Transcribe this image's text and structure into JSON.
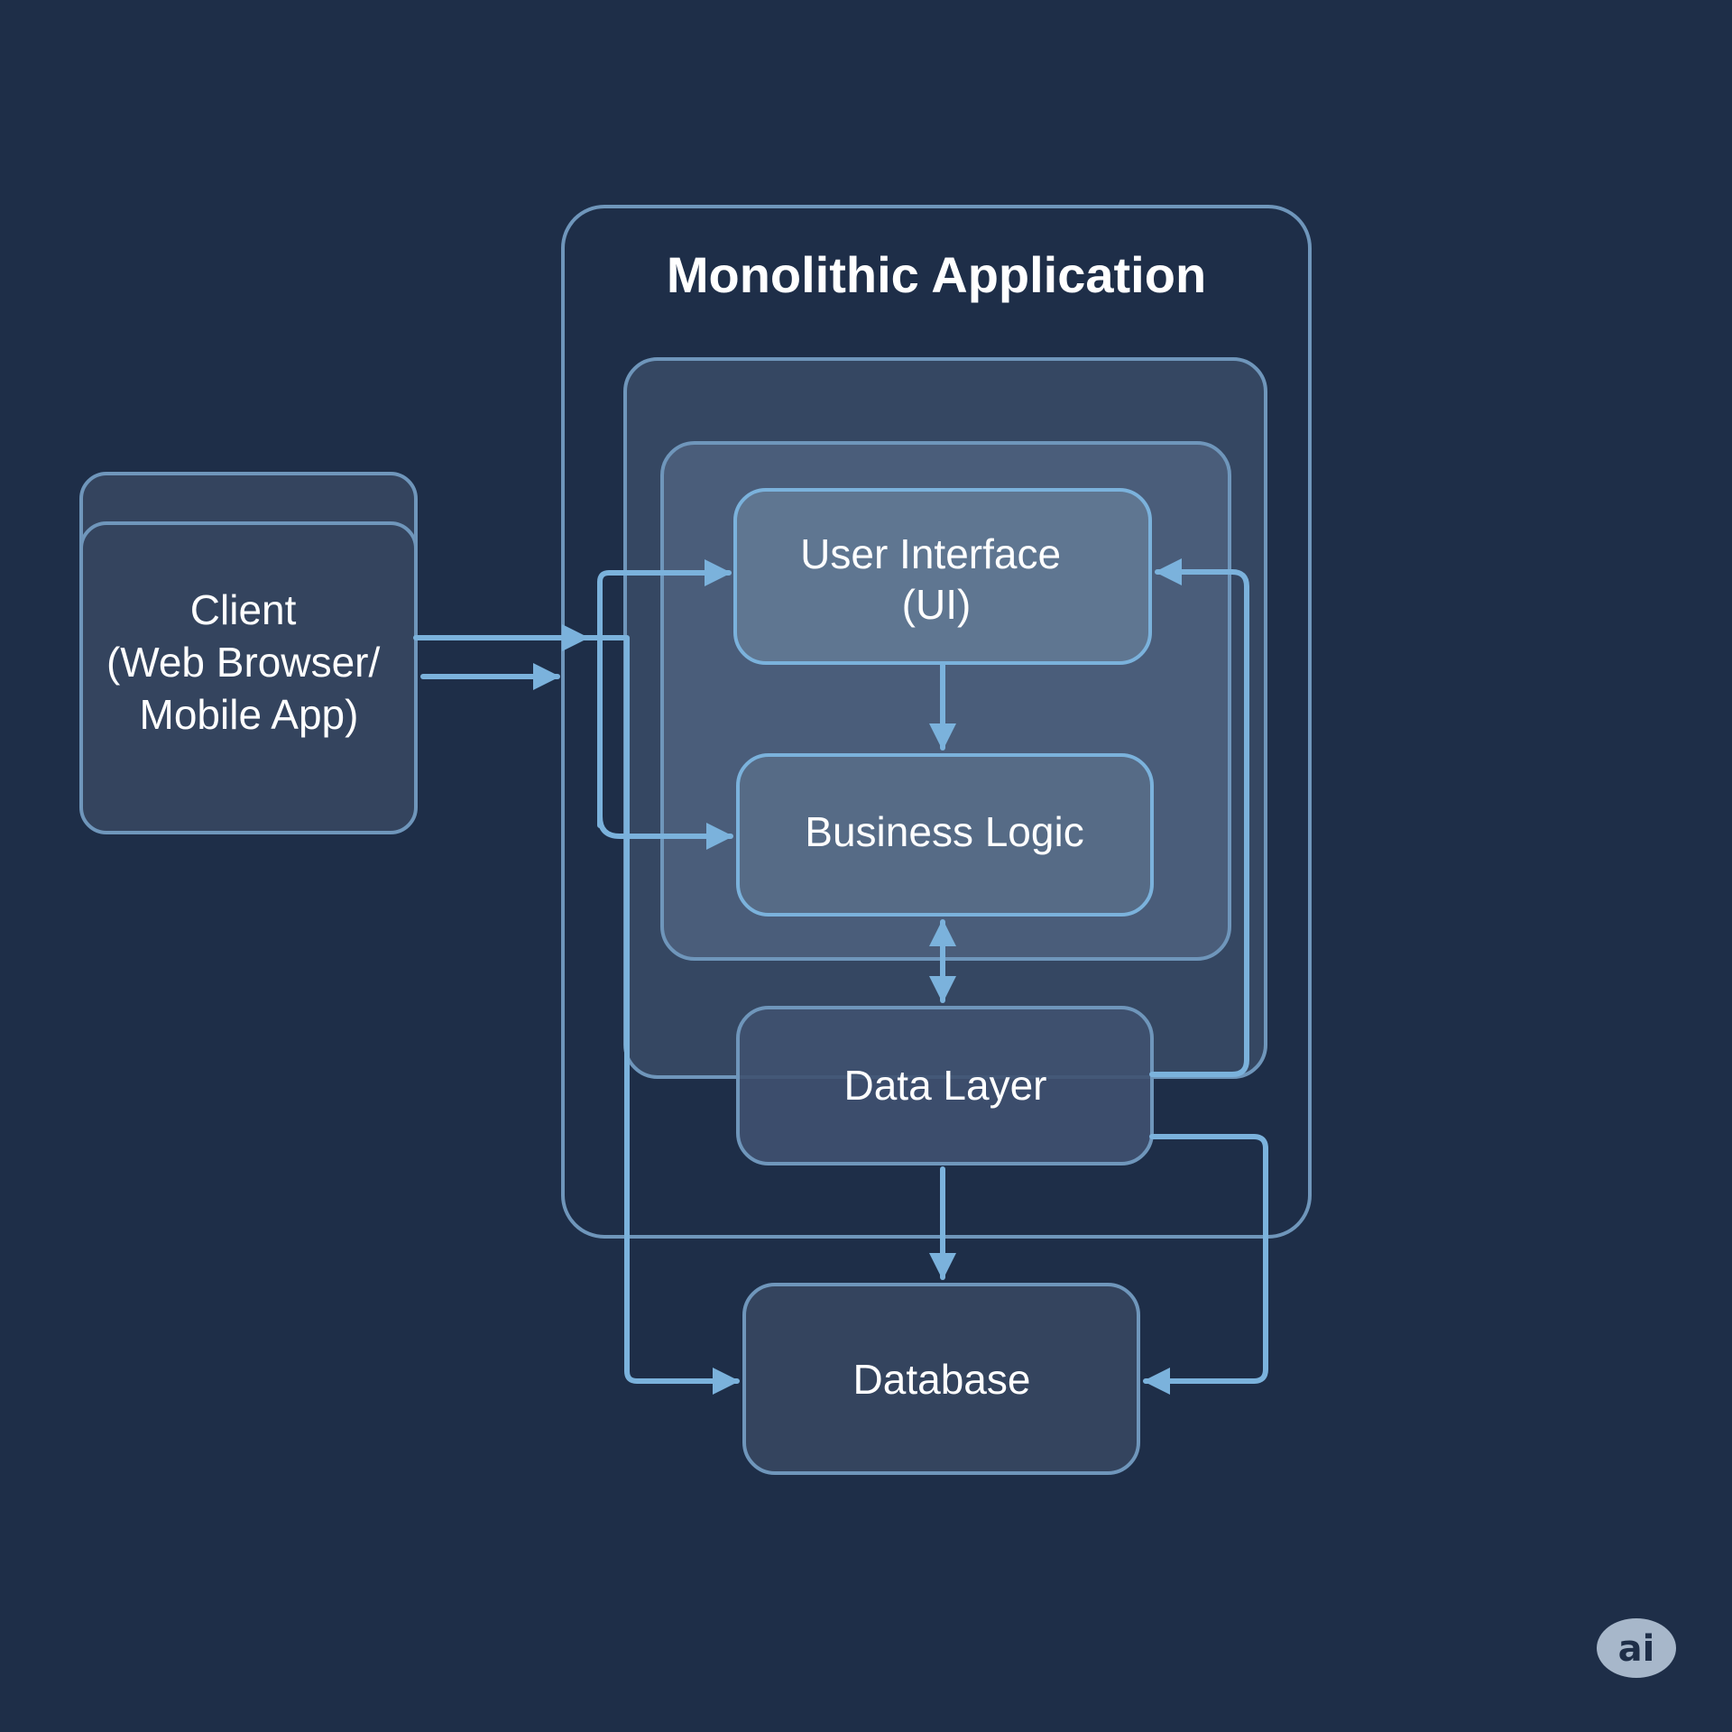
{
  "diagram": {
    "title": "Monolithic Application",
    "colors": {
      "background": "#1e2e48",
      "edge": "#7bb2dc",
      "frame_border": "#6f96bb",
      "ui_fill": "#607890",
      "layer_fill": "#3e516e",
      "node_fill": "#34455f",
      "badge_fill": "#a7b7ca",
      "text": "#ffffff"
    },
    "nodes": {
      "client": {
        "lines": [
          "Client",
          "(Web Browser/",
          "Mobile App)"
        ]
      },
      "ui": {
        "lines": [
          "User Interface",
          "(UI)"
        ]
      },
      "business_logic": {
        "label": "Business Logic"
      },
      "data_layer": {
        "label": "Data Layer"
      },
      "database": {
        "label": "Database"
      }
    },
    "edges": [
      {
        "from": "client",
        "to": "monolithic-application",
        "note": "upper request arrow"
      },
      {
        "from": "client",
        "to": "monolithic-application",
        "note": "lower request arrow"
      },
      {
        "from": "client",
        "to": "ui"
      },
      {
        "from": "client",
        "to": "business_logic"
      },
      {
        "from": "client",
        "to": "database"
      },
      {
        "from": "ui",
        "to": "business_logic"
      },
      {
        "from": "business_logic",
        "to": "data_layer",
        "bidirectional": true
      },
      {
        "from": "data_layer",
        "to": "ui"
      },
      {
        "from": "data_layer",
        "to": "database"
      },
      {
        "from": "data_layer",
        "to": "database",
        "note": "right-side route"
      }
    ],
    "badge": {
      "text": "ai"
    }
  }
}
